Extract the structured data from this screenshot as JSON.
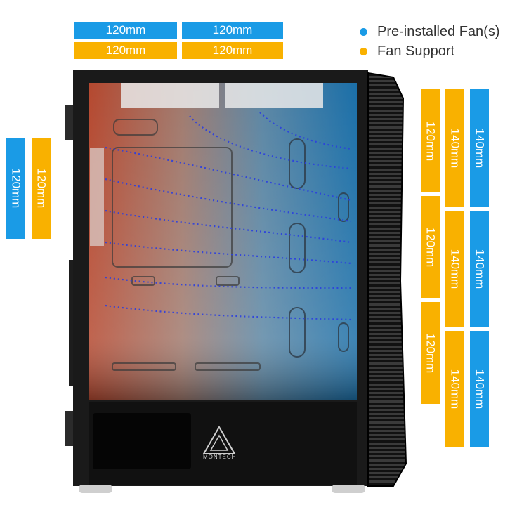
{
  "colors": {
    "preinstalled": "#1a9be6",
    "support": "#f9b100"
  },
  "legend": {
    "preinstalled": "Pre-installed Fan(s)",
    "support": "Fan Support"
  },
  "top": {
    "preinstalled": [
      "120mm",
      "120mm"
    ],
    "support": [
      "120mm",
      "120mm"
    ]
  },
  "left": {
    "preinstalled": [
      "120mm"
    ],
    "support": [
      "120mm"
    ]
  },
  "front": {
    "support_120": [
      "120mm",
      "120mm",
      "120mm"
    ],
    "support_140": [
      "140mm",
      "140mm",
      "140mm"
    ],
    "preinstalled_140": [
      "140mm",
      "140mm",
      "140mm"
    ]
  },
  "brand": "MONTECH"
}
